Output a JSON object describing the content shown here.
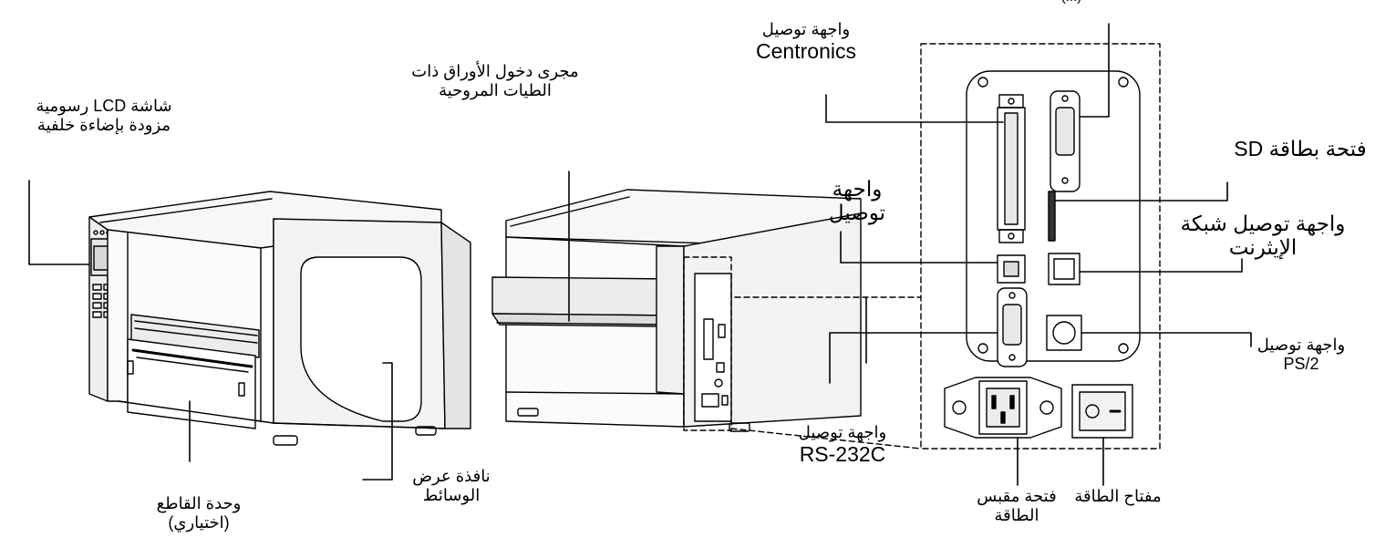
{
  "labels": {
    "lcd": [
      "شاشة LCD رسومية",
      "مزودة بإضاءة خلفية"
    ],
    "fanfold": [
      "مجرى دخول الأوراق ذات",
      "الطيات المروحية"
    ],
    "cutter": [
      "وحدة القاطع",
      "(اختياري)"
    ],
    "media_window": [
      "نافذة عرض",
      "الوسائط"
    ],
    "centronics": [
      "واجهة توصيل",
      "Centronics"
    ],
    "usb": [
      "واجهة",
      "توصيل"
    ],
    "rs232": [
      "واجهة توصيل",
      "RS-232C"
    ],
    "sd": "فتحة بطاقة SD",
    "ethernet": [
      "واجهة توصيل شبكة",
      "الإيثرنت"
    ],
    "ps2": [
      "واجهة توصيل",
      "PS/2"
    ],
    "power_socket": [
      "فتحة مقبس",
      "الطاقة"
    ],
    "power_switch": "مفتاح الطاقة",
    "top_cut": "(...)"
  }
}
